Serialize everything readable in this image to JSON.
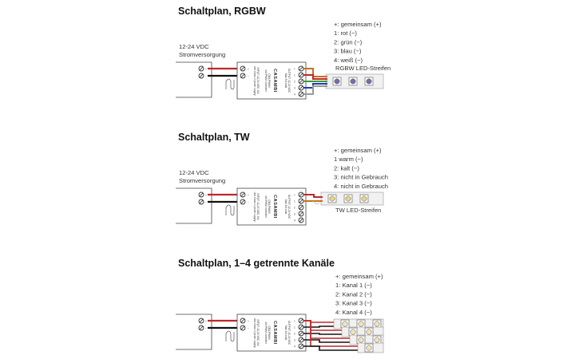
{
  "device": {
    "brand": "CASAMBI",
    "model": "CBU-PWM4",
    "subtitle": "4ch PWM controller",
    "input": "INPUT: 12-24 VDC, 8 A",
    "input_note": "Use Class 2 power supply",
    "output": "OUTPUT: 12-24 VDC",
    "output_note": "Max 8 A total",
    "left_terminals": [
      "+",
      "−"
    ],
    "right_terminals": [
      "+",
      "1",
      "2",
      "3",
      "4"
    ]
  },
  "sections": [
    {
      "title": "Schaltplan, RGBW",
      "power_label": [
        "12-24 VDC",
        "Stromversorgung"
      ],
      "legend": [
        "+: gemeinsam (+)",
        "1: rot (−)",
        "2: grün (−)",
        "3: blau (−)",
        "4: weiß (−)"
      ],
      "strip_label": "RGBW LED-Streifen",
      "wire_colors": [
        "#c8701e",
        "#c0282a",
        "#3a9a3a",
        "#1d3fae",
        "#9a9a9a"
      ]
    },
    {
      "title": "Schaltplan, TW",
      "power_label": [
        "12-24 VDC",
        "Stromversorgung"
      ],
      "legend": [
        "+: gemeinsam (+)",
        "1 warm (−)",
        "2: kalt (−)",
        "3: nicht in Gebrauch",
        "4: nicht in Gebrauch"
      ],
      "strip_label": "TW LED-Streifen",
      "wire_colors": [
        "#c0282a",
        "#c8701e",
        "#c9c9c9"
      ]
    },
    {
      "title": "Schaltplan, 1–4 getrennte Kanäle",
      "legend": [
        "+: gemeinsam (+)",
        "1: Kanal 1 (−)",
        "2: Kanal 2 (−)",
        "3: Kanal 3 (−)",
        "4: Kanal 4 (−)"
      ],
      "wire_colors": [
        "#c0282a",
        "#111111"
      ]
    }
  ]
}
